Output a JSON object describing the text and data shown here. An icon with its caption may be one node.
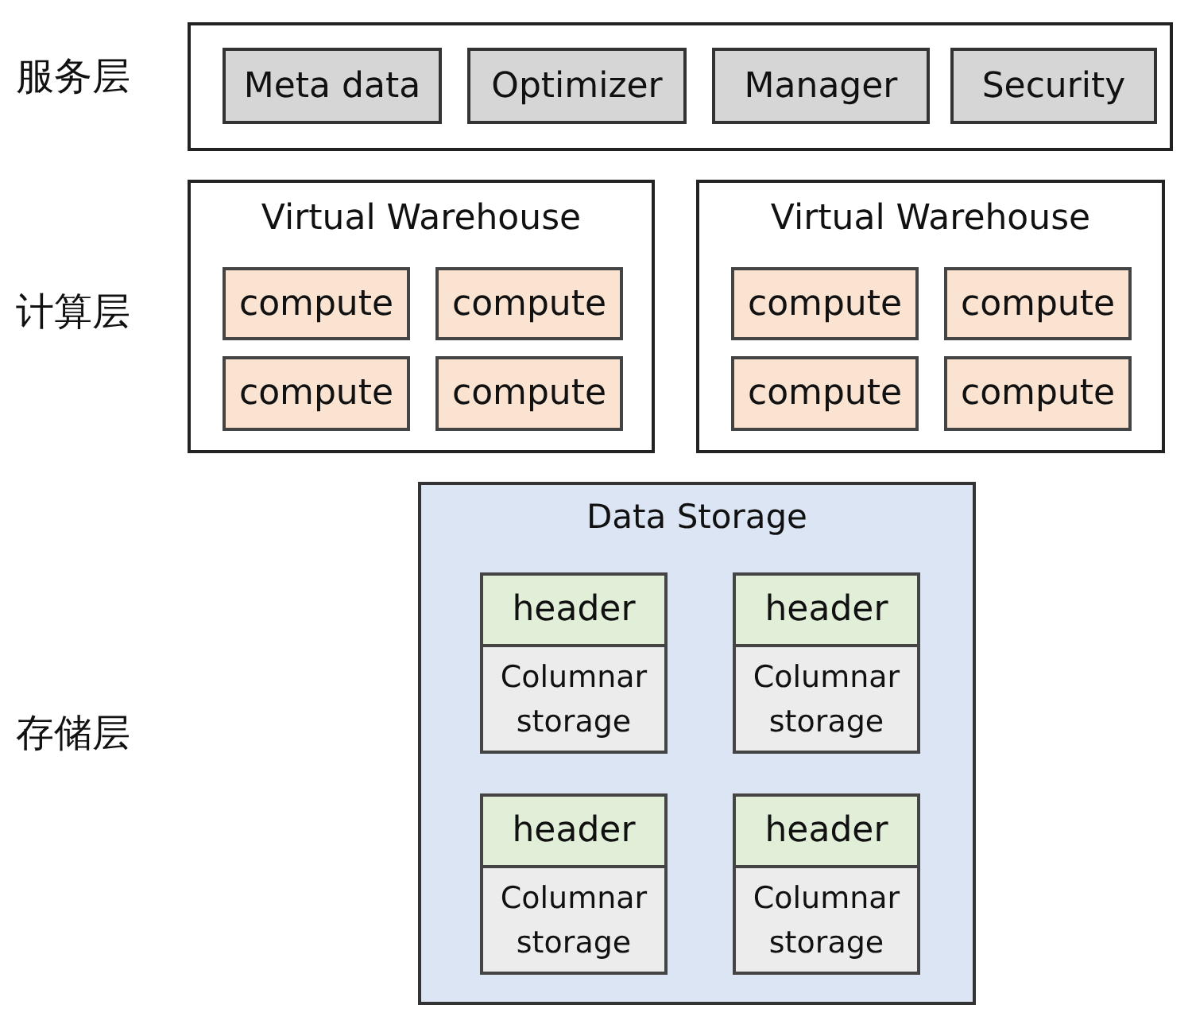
{
  "diagram": {
    "nodes": [
      {
        "text": [],
        "shape": "box"
      },
      {
        "text": [
          "Meta data"
        ],
        "in": 0
      },
      {
        "text": [
          "Optimizer"
        ],
        "in": 0
      },
      {
        "text": [
          "Manager"
        ],
        "in": 0
      },
      {
        "text": [
          "Security"
        ],
        "in": 0
      },
      {
        "text": [
          "Virtual Warehouse"
        ]
      },
      {
        "text": [
          "compute"
        ],
        "in": 5
      },
      {
        "text": [
          "compute"
        ],
        "in": 5
      },
      {
        "text": [
          "compute"
        ],
        "in": 5
      },
      {
        "text": [
          "compute"
        ],
        "in": 5
      },
      {
        "text": [
          "Virtual Warehouse"
        ]
      },
      {
        "text": [
          "compute"
        ],
        "in": 10
      },
      {
        "text": [
          "compute"
        ],
        "in": 10
      },
      {
        "text": [
          "compute"
        ],
        "in": 10
      },
      {
        "text": [
          "compute"
        ],
        "in": 10
      },
      {
        "text": [
          "Data Storage"
        ]
      },
      {
        "text": [
          "header"
        ],
        "in": 15
      },
      {
        "text": [
          "Columnar storage"
        ],
        "in": 15
      },
      {
        "text": [
          "header"
        ],
        "in": 15
      },
      {
        "text": [
          "Columnar storage"
        ],
        "in": 15
      },
      {
        "text": [
          "header"
        ],
        "in": 15
      },
      {
        "text": [
          "Columnar storage"
        ],
        "in": 15
      },
      {
        "text": [
          "header"
        ],
        "in": 15
      },
      {
        "text": [
          "Columnar storage"
        ],
        "in": 15
      }
    ],
    "labels": [
      "服务层",
      "计算层",
      "存储层"
    ]
  }
}
